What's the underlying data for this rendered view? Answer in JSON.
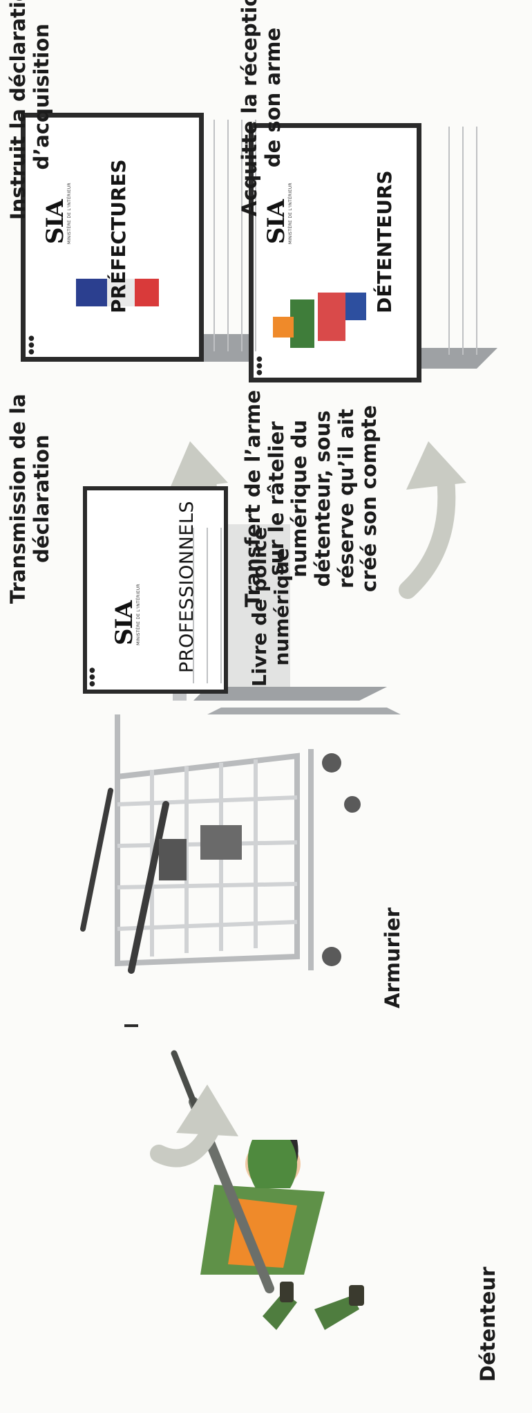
{
  "actors": {
    "detenteur": "Détenteur",
    "armurier": "Armurier"
  },
  "laptops": {
    "professionnels": {
      "title": "PROFESSIONNELS",
      "logo": "SIA",
      "caption": [
        "Livre de police",
        "numérique"
      ]
    },
    "prefectures": {
      "title": "PRÉFECTURES",
      "logo": "SIA",
      "action": [
        "Instruit la déclaration",
        "d’acquisition"
      ]
    },
    "detenteurs": {
      "title": "DÉTENTEURS",
      "logo": "SIA",
      "action": [
        "Acquitte la réception",
        "de son arme"
      ]
    }
  },
  "arrows": {
    "transmission": [
      "Transmission de la",
      "déclaration"
    ],
    "transfert": [
      "Transfert de l’arme",
      "sur le râtelier",
      "numérique du",
      "détenteur, sous",
      "réserve qu’il ait",
      "créé son compte"
    ]
  },
  "icons": {
    "ministry_text": "MINISTÈRE DE L'INTÉRIEUR",
    "laptop_dots": "●●●"
  },
  "colors": {
    "arrow": "#c9cbc3",
    "laptop_frame": "#2a2a2a",
    "laptop_body": "#c4c6c8",
    "keyboard": "#9ea1a4",
    "flag_blue": "#2b3f8f",
    "flag_red": "#d93a3a",
    "hunter_green": "#5a8a4a",
    "hunter_orange": "#ef8a2a"
  }
}
